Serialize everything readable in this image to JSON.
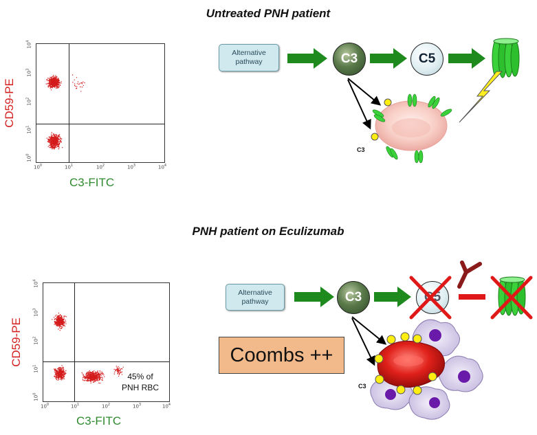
{
  "panel_top": {
    "title": "Untreated PNH patient",
    "y_axis_label": "CD59-PE",
    "x_axis_label": "C3-FITC",
    "alt_pathway_label_line1": "Alternative",
    "alt_pathway_label_line2": "pathway",
    "c3_label": "C3",
    "c5_label": "C5",
    "small_c3_label": "C3"
  },
  "panel_bottom": {
    "title": "PNH patient on Eculizumab",
    "y_axis_label": "CD59-PE",
    "x_axis_label": "C3-FITC",
    "alt_pathway_label_line1": "Alternative",
    "alt_pathway_label_line2": "pathway",
    "c3_label": "C3",
    "c5_label": "C5",
    "small_c3_label": "C3",
    "coombs_label": "Coombs ++",
    "annotation_line1": "45% of",
    "annotation_line2": "PNH RBC"
  },
  "ticks": {
    "base": "10",
    "exponents": [
      "0",
      "1",
      "2",
      "3",
      "4"
    ]
  },
  "colors": {
    "dot_red": "#d41c1c",
    "arrow_green": "#1e8a1e",
    "cross_red": "#e01818",
    "antibody_dark_red": "#8b1a1a",
    "mac_green": "#3ad13a"
  }
}
